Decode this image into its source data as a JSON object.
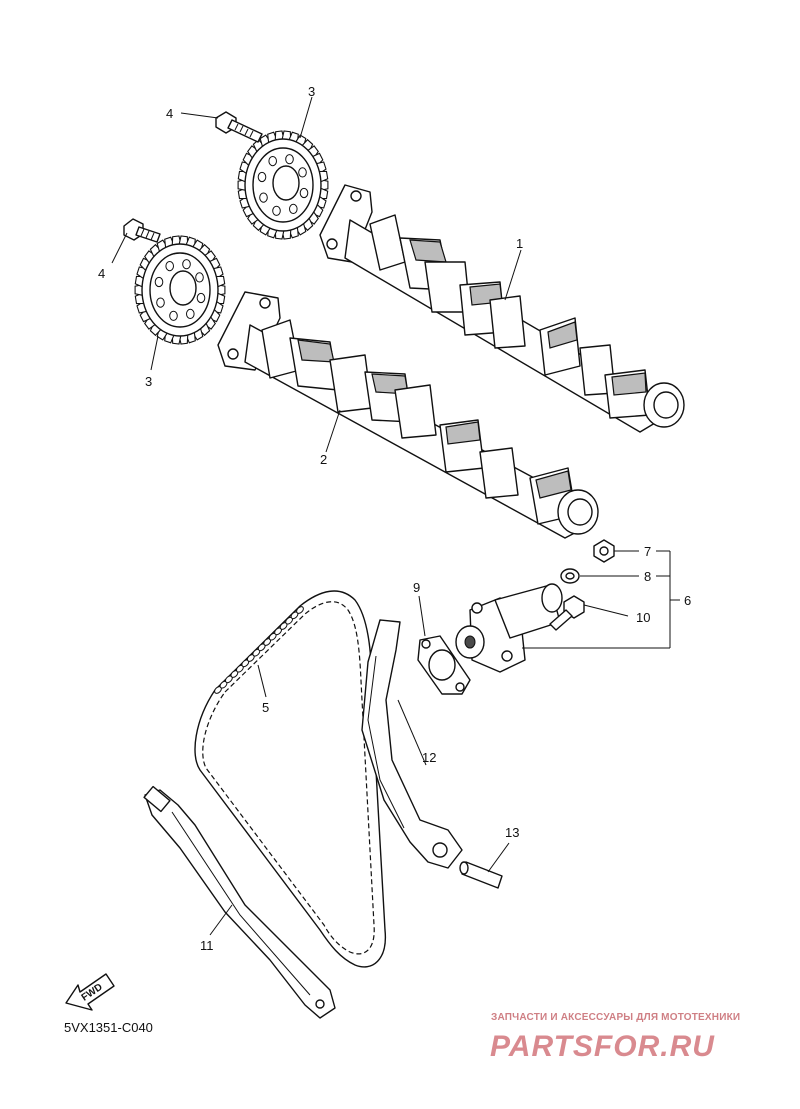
{
  "diagram": {
    "code": "5VX1351-C040",
    "fwd_label": "FWD"
  },
  "callouts": {
    "n1": "1",
    "n2": "2",
    "n3a": "3",
    "n3b": "3",
    "n4a": "4",
    "n4b": "4",
    "n5": "5",
    "n6": "6",
    "n7": "7",
    "n8": "8",
    "n9": "9",
    "n10": "10",
    "n11": "11",
    "n12": "12",
    "n13": "13"
  },
  "watermark": {
    "tagline": "ЗАПЧАСТИ И АКСЕССУАРЫ ДЛЯ МОТОТЕХНИКИ",
    "logo": "PARTSFOR.RU",
    "color": "#d98a8f"
  }
}
